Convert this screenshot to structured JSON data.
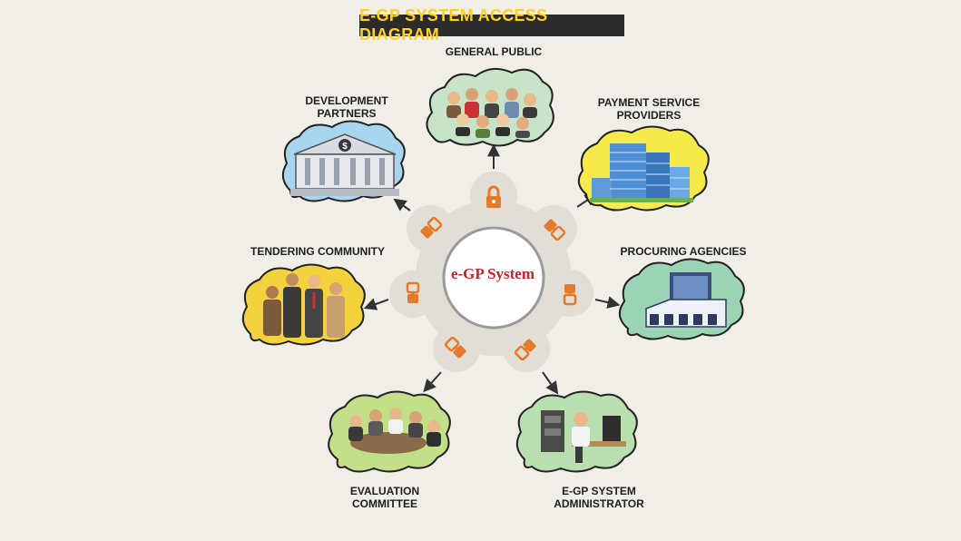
{
  "title": "E-GP SYSTEM ACCESS DIAGRAM",
  "center": {
    "label": "e-GP System"
  },
  "nodes": [
    {
      "id": "general-public",
      "label": "GENERAL PUBLIC",
      "cloud_color": "#c8e4c8"
    },
    {
      "id": "payment-service-providers",
      "label": "PAYMENT SERVICE\nPROVIDERS",
      "cloud_color": "#f5ea4a"
    },
    {
      "id": "procuring-agencies",
      "label": "PROCURING AGENCIES",
      "cloud_color": "#9bd4b4"
    },
    {
      "id": "egp-system-administrator",
      "label": "E-GP SYSTEM\nADMINISTRATOR",
      "cloud_color": "#b9deb0"
    },
    {
      "id": "evaluation-committee",
      "label": "EVALUATION\nCOMMITTEE",
      "cloud_color": "#c3e088"
    },
    {
      "id": "tendering-community",
      "label": "TENDERING COMMUNITY",
      "cloud_color": "#f3d23e"
    },
    {
      "id": "development-partners",
      "label": "DEVELOPMENT\nPARTNERS",
      "cloud_color": "#a7d6ee"
    }
  ],
  "colors": {
    "title_bg": "#2b2b2b",
    "title_text": "#ffd21f",
    "center_text": "#c8202e",
    "gear": "#e2ded6",
    "icon": "#e67a2c",
    "arrow": "#333333",
    "cloud_outline": "#222222"
  },
  "icons": [
    "padlock-icon",
    "connector-plug-icon"
  ],
  "currency_sign": "$"
}
